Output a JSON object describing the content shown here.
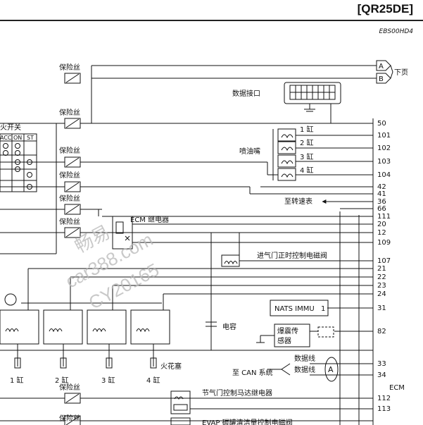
{
  "header": {
    "model": "[QR25DE]",
    "doc_code": "EBS00HD4"
  },
  "labels": {
    "fuse": "保险丝",
    "ignition_switch": "火开关",
    "sw_acc": "ACC",
    "sw_on": "ON",
    "sw_st": "ST",
    "data_link": "数据接口",
    "injector": "喷油嘴",
    "cyl1": "1 缸",
    "cyl2": "2 缸",
    "cyl3": "3 缸",
    "cyl4": "4 缸",
    "to_tacho": "至转速表",
    "ecm_relay": "ECM 继电器",
    "ivt_valve": "进气门正时控制电磁阀",
    "nats": "NATS IMMU",
    "nats_pin": "1",
    "capacitor": "电容",
    "knock_line1": "爆震传",
    "knock_line2": "感器",
    "spark_plug": "火花塞",
    "data_line": "数据线",
    "to_can": "至 CAN 系统",
    "can_a": "A",
    "throttle_relay": "节气门控制马达继电器",
    "evap_valve": "EVAP 碳罐清洁量控制电磁阀",
    "next_page": "下页",
    "conn_a": "A",
    "conn_b": "B",
    "ecm": "ECM"
  },
  "pins": [
    "50",
    "101",
    "102",
    "103",
    "104",
    "42",
    "41",
    "36",
    "66",
    "111",
    "20",
    "12",
    "109",
    "107",
    "21",
    "22",
    "23",
    "24",
    "31",
    "82",
    "33",
    "34",
    "112",
    "113"
  ],
  "coil_labels": [
    "1 缸",
    "2 缸",
    "3 缸",
    "4 缸"
  ],
  "watermark": {
    "line1": "畅易",
    "line2": "car388.com",
    "line3": "CY20165"
  }
}
